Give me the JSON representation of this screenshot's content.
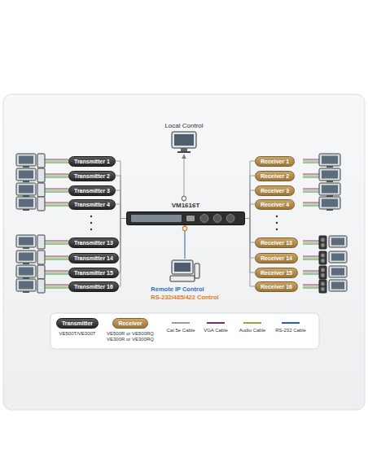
{
  "diagram": {
    "nodes": [
      {
        "text": [
          "Local Control"
        ]
      },
      {
        "text": [
          "VM1616T"
        ]
      },
      {
        "text": [
          "Transmitter 1"
        ]
      },
      {
        "text": [
          "Transmitter 2"
        ]
      },
      {
        "text": [
          "Transmitter 3"
        ]
      },
      {
        "text": [
          "Transmitter 4"
        ]
      },
      {
        "text": [
          "Transmitter 13"
        ]
      },
      {
        "text": [
          "Transmitter 14"
        ]
      },
      {
        "text": [
          "Transmitter 15"
        ]
      },
      {
        "text": [
          "Transmitter 16"
        ]
      },
      {
        "text": [
          "Receiver 1"
        ]
      },
      {
        "text": [
          "Receiver 2"
        ]
      },
      {
        "text": [
          "Receiver 3"
        ]
      },
      {
        "text": [
          "Receiver 4"
        ]
      },
      {
        "text": [
          "Receiver 13"
        ]
      },
      {
        "text": [
          "Receiver 14"
        ]
      },
      {
        "text": [
          "Receiver 15"
        ]
      },
      {
        "text": [
          "Receiver 16"
        ]
      },
      {
        "text": [
          "Remote IP Control",
          "RS-232/485/422 Control"
        ]
      }
    ],
    "edges": [
      {
        "from": 2,
        "to": 1,
        "arrow": "none"
      },
      {
        "from": 3,
        "to": 1,
        "arrow": "none"
      },
      {
        "from": 4,
        "to": 1,
        "arrow": "none"
      },
      {
        "from": 5,
        "to": 1,
        "arrow": "none"
      },
      {
        "from": 6,
        "to": 1,
        "arrow": "none"
      },
      {
        "from": 7,
        "to": 1,
        "arrow": "none"
      },
      {
        "from": 8,
        "to": 1,
        "arrow": "none"
      },
      {
        "from": 9,
        "to": 1,
        "arrow": "none"
      },
      {
        "from": 1,
        "to": 10,
        "arrow": "none"
      },
      {
        "from": 1,
        "to": 11,
        "arrow": "none"
      },
      {
        "from": 1,
        "to": 12,
        "arrow": "none"
      },
      {
        "from": 1,
        "to": 13,
        "arrow": "none"
      },
      {
        "from": 1,
        "to": 14,
        "arrow": "none"
      },
      {
        "from": 1,
        "to": 15,
        "arrow": "none"
      },
      {
        "from": 1,
        "to": 16,
        "arrow": "none"
      },
      {
        "from": 1,
        "to": 17,
        "arrow": "none"
      },
      {
        "from": 1,
        "to": 0,
        "arrow": "to"
      },
      {
        "from": 1,
        "to": 18,
        "arrow": "none"
      }
    ],
    "labels": [
      "Transmitter",
      "Receiver"
    ],
    "legend": [
      {
        "text": "VE500T/VE300T"
      },
      {
        "text": "VE500R or VE500RQ VE300R or VE300RQ"
      },
      {
        "text": "Cat 5e Cable",
        "color": "#9a9a9a"
      },
      {
        "text": "VGA Cable",
        "color": "#7a2d6e"
      },
      {
        "text": "Audio Cable",
        "color": "#9aa33a"
      },
      {
        "text": "RS-232 Cable",
        "color": "#2c5f9e"
      }
    ]
  }
}
